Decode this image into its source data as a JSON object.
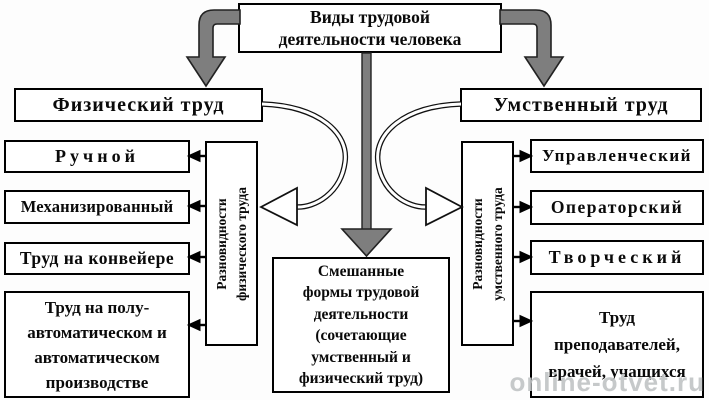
{
  "title": {
    "lines": "Виды трудовой\nдеятельности человека"
  },
  "left": {
    "header": "Физический труд",
    "varieties": "Разновидности\nфизического труда",
    "items": [
      "Ручной",
      "Механизированный",
      "Труд на конвейере",
      "Труд на полу-\nавтоматическом и\nавтоматическом\nпроизводстве"
    ]
  },
  "right": {
    "header": "Умственный труд",
    "varieties": "Разновидности\nумственного труда",
    "items": [
      "Управленческий",
      "Операторский",
      "Творческий",
      "Труд\nпреподавателей,\nврачей, учащихся"
    ]
  },
  "center": {
    "mixed": "Смешанные\nформы трудовой\nдеятельности\n(сочетающие\nумственный и\nфизический труд)"
  },
  "watermark": {
    "text": "online-otvet.ru"
  },
  "colors": {
    "arrow_gray": "#7e7e7e",
    "arrow_outline": "#222222",
    "box_border": "#000000",
    "text": "#0a0a0a",
    "watermark": "#c1c4c6",
    "background": "#fdfdfd"
  }
}
